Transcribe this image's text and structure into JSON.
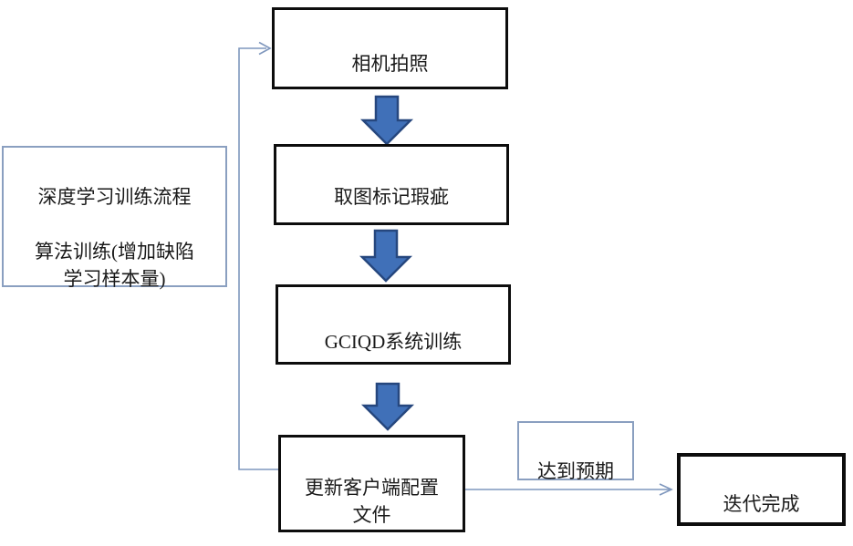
{
  "flowchart": {
    "process_note": "深度学习训练流程\n\n算法训练(增加缺陷\n学习样本量)",
    "steps": {
      "step1": "相机拍照",
      "step2": "取图标记瑕疵",
      "step3": "GCIQD系统训练",
      "step4": "更新客户端配置\n文件",
      "result": "迭代完成"
    },
    "condition_label": "达到预期"
  },
  "icons": {
    "flow_arrow": "down-block-arrow",
    "connector_head": "open-arrowhead-right"
  },
  "colors": {
    "background": "#ffffff",
    "node_border": "#0d0d0d",
    "note_border": "#8a9fc0",
    "connector": "#7f97bd",
    "block_arrow_fill": "#4070b8",
    "block_arrow_stroke": "#26477e",
    "text": "#1a1a1a"
  }
}
